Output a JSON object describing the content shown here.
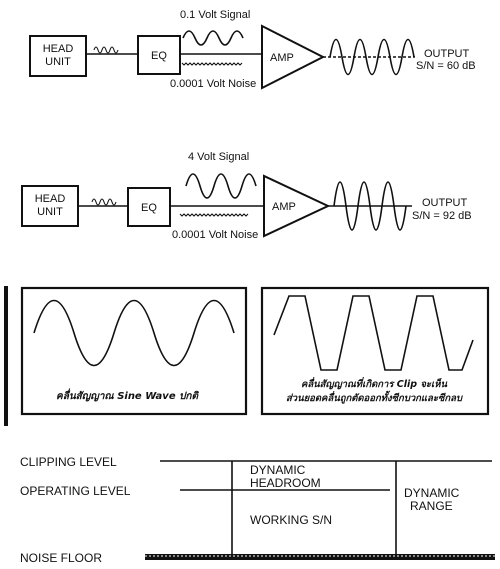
{
  "diagram1": {
    "head_unit": [
      "HEAD",
      "UNIT"
    ],
    "eq": "EQ",
    "amp": "AMP",
    "signal_label": "0.1 Volt Signal",
    "noise_label": "0.0001 Volt Noise",
    "output_label": "OUTPUT",
    "sn_label": "S/N = 60 dB"
  },
  "diagram2": {
    "head_unit": [
      "HEAD",
      "UNIT"
    ],
    "eq": "EQ",
    "amp": "AMP",
    "signal_label": "4 Volt Signal",
    "noise_label": "0.0001 Volt Noise",
    "output_label": "OUTPUT",
    "sn_label": "S/N = 92 dB"
  },
  "waves": {
    "sine_caption": "คลื่นสัญญาณ Sine Wave ปกติ",
    "clip_caption_1": "คลื่นสัญญาณที่เกิดการ Clip จะเห็น",
    "clip_caption_2": "ส่วนยอดคลื่นถูกตัดออกทั้งซีกบวกและซีกลบ"
  },
  "levels": {
    "clipping": "CLIPPING LEVEL",
    "operating": "OPERATING LEVEL",
    "noise_floor": "NOISE FLOOR",
    "dynamic_headroom": [
      "DYNAMIC",
      "HEADROOM"
    ],
    "working_sn": "WORKING S/N",
    "dynamic_range": [
      "DYNAMIC",
      "RANGE"
    ]
  }
}
